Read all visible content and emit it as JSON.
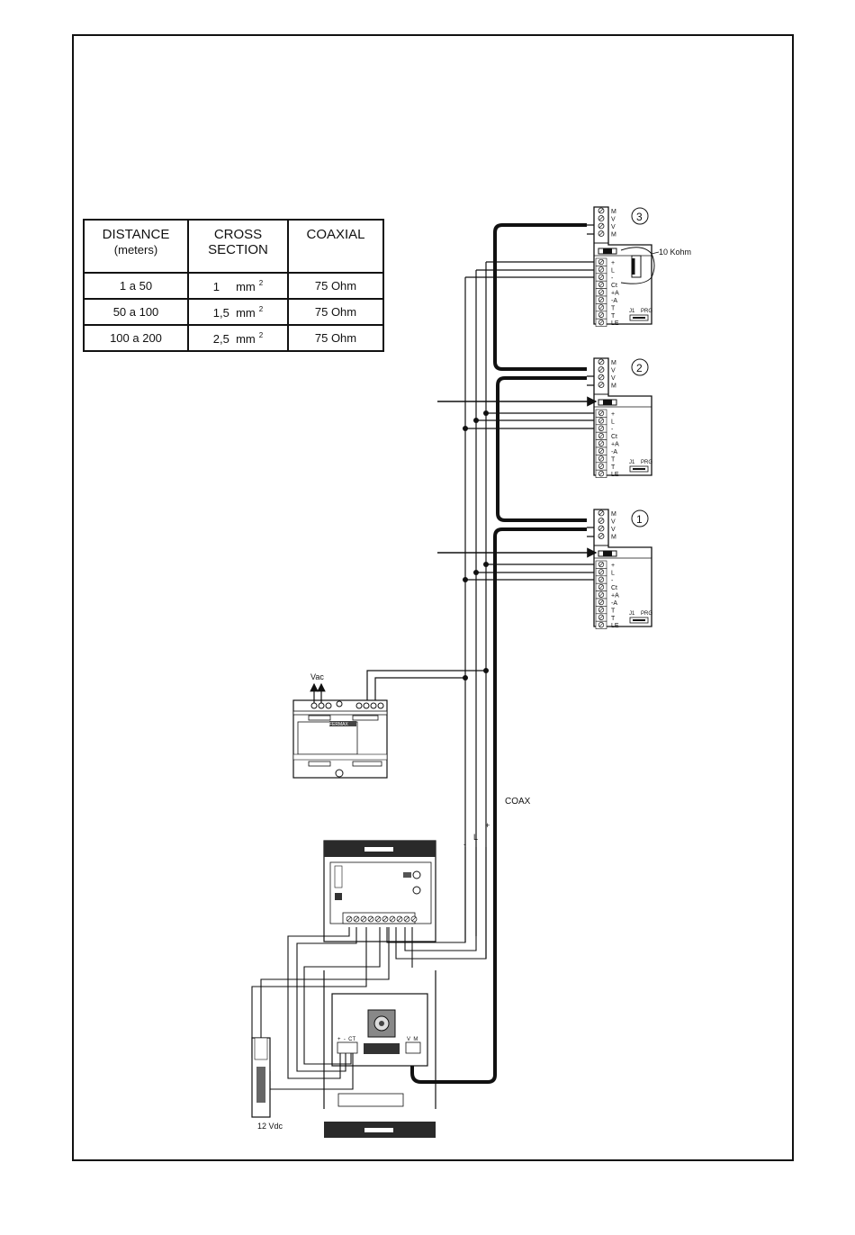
{
  "table": {
    "headers": {
      "distance": "DISTANCE",
      "distance_unit": "(meters)",
      "cross": "CROSS",
      "cross2": "SECTION",
      "coaxial": "COAXIAL"
    },
    "rows": [
      {
        "distance": "1 a 50",
        "section": "1     mm",
        "exp": "2",
        "coaxial": "75 Ohm"
      },
      {
        "distance": "50 a 100",
        "section": "1,5  mm",
        "exp": "2",
        "coaxial": "75 Ohm"
      },
      {
        "distance": "100 a 200",
        "section": "2,5  mm",
        "exp": "2",
        "coaxial": "75 Ohm"
      }
    ]
  },
  "monitors": [
    {
      "number": "3"
    },
    {
      "number": "2"
    },
    {
      "number": "1"
    }
  ],
  "terminals_top": [
    "M",
    "V",
    "V",
    "M"
  ],
  "terminals_bottom": [
    "+",
    "L",
    "-",
    "Ct",
    "+A",
    "-A",
    "T",
    "T",
    "LE"
  ],
  "jumper_labels": {
    "j1": "J1",
    "prg": "PRG"
  },
  "resistor_label": "10 Kohm",
  "power_supply": {
    "input_label": "Vac",
    "brand": "FERMAX"
  },
  "coax_label": "COAX",
  "bus_labels": {
    "plus": "+",
    "l": "L",
    "minus": "-"
  },
  "door_panel": {
    "amp_terminals": "+  -  CT",
    "video_terminals": "V  M"
  },
  "lock_label": "12 Vdc",
  "colors": {
    "line": "#111111",
    "background": "#ffffff",
    "device_fill": "#ffffff",
    "panel_dark": "#2a2a2a"
  }
}
